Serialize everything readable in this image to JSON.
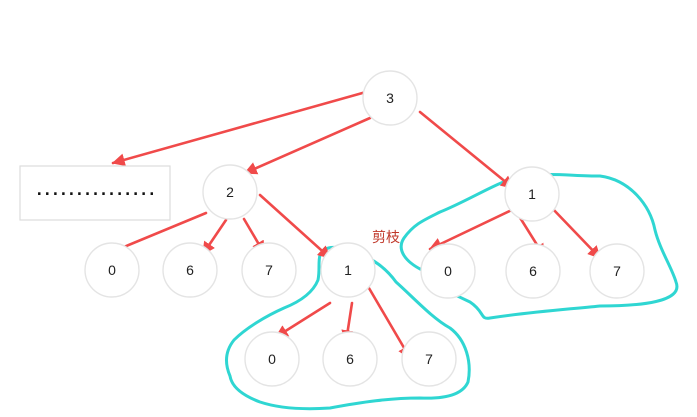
{
  "diagram": {
    "colors": {
      "arrow": "#f04a4a",
      "node_stroke": "#e4e4e4",
      "prune_outline": "#2fd6d2",
      "note_text": "#c0392b",
      "box_stroke": "#dddddd"
    },
    "placeholder_box": {
      "label": "..............."
    },
    "prune_note": "剪枝",
    "nodes": [
      {
        "id": "root",
        "label": "3"
      },
      {
        "id": "lvl1-left",
        "label": "2"
      },
      {
        "id": "lvl1-right",
        "label": "1"
      },
      {
        "id": "lvl2-a",
        "label": "0"
      },
      {
        "id": "lvl2-b",
        "label": "6"
      },
      {
        "id": "lvl2-c",
        "label": "7"
      },
      {
        "id": "lvl2-d",
        "label": "1"
      },
      {
        "id": "lvl2-e",
        "label": "0"
      },
      {
        "id": "lvl2-f",
        "label": "6"
      },
      {
        "id": "lvl2-g",
        "label": "7"
      },
      {
        "id": "lvl3-a",
        "label": "0"
      },
      {
        "id": "lvl3-b",
        "label": "6"
      },
      {
        "id": "lvl3-c",
        "label": "7"
      }
    ],
    "edges": [
      {
        "from": "root",
        "to": "placeholder"
      },
      {
        "from": "root",
        "to": "lvl1-left"
      },
      {
        "from": "root",
        "to": "lvl1-right"
      },
      {
        "from": "lvl1-left",
        "to": "lvl2-a"
      },
      {
        "from": "lvl1-left",
        "to": "lvl2-b"
      },
      {
        "from": "lvl1-left",
        "to": "lvl2-c"
      },
      {
        "from": "lvl1-left",
        "to": "lvl2-d"
      },
      {
        "from": "lvl1-right",
        "to": "lvl2-e"
      },
      {
        "from": "lvl1-right",
        "to": "lvl2-f"
      },
      {
        "from": "lvl1-right",
        "to": "lvl2-g"
      },
      {
        "from": "lvl2-d",
        "to": "lvl3-a"
      },
      {
        "from": "lvl2-d",
        "to": "lvl3-b"
      },
      {
        "from": "lvl2-d",
        "to": "lvl3-c"
      }
    ]
  }
}
